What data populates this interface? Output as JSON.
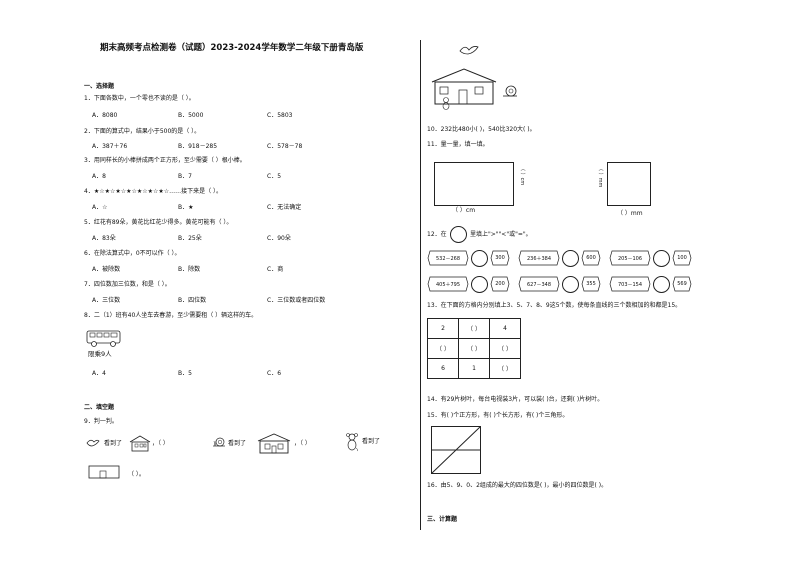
{
  "title": "期末高频考点检测卷（试题）2023-2024学年数学二年级下册青岛版",
  "sections": {
    "s1": "一、选择题",
    "s2": "二、填空题",
    "s3": "三、计算题"
  },
  "q1": {
    "stem": "1．下面各数中，一个零也不读的是（    ）。",
    "a": "A．8080",
    "b": "B．5000",
    "c": "C．5803"
  },
  "q2": {
    "stem": "2．下面的算式中，结果小于500的是（    ）。",
    "a": "A．387＋76",
    "b": "B．918－285",
    "c": "C．578－78"
  },
  "q3": {
    "stem": "3．用同样长的小棒拼成两个正方形，至少需要（    ）根小棒。",
    "a": "A．8",
    "b": "B．7",
    "c": "C．5"
  },
  "q4": {
    "stem": "4．★☆★☆★☆★☆★☆★☆★☆……接下来是（    ）。",
    "a": "A．☆",
    "b": "B．★",
    "c": "C．无法确定"
  },
  "q5": {
    "stem": "5．红花有89朵，黄花比红花少得多。黄花可能有（    ）。",
    "a": "A．83朵",
    "b": "B．25朵",
    "c": "C．90朵"
  },
  "q6": {
    "stem": "6．在除法算式中，0不可以作（    ）。",
    "a": "A．被除数",
    "b": "B．除数",
    "c": "C．商"
  },
  "q7": {
    "stem": "7．四位数加三位数，和是（    ）。",
    "a": "A．三位数",
    "b": "B．四位数",
    "c": "C．三位数或者四位数"
  },
  "q8": {
    "stem": "8．二（1）班有40人坐车去春游，至少需要租（    ）辆这样的车。",
    "bus_label": "限乘9人",
    "a": "A．4",
    "b": "B．5",
    "c": "C．6"
  },
  "q9": {
    "stem": "9．判一判。",
    "p1": "看到了",
    "p2": "，（          ）",
    "p3": "看到了",
    "p4": "，（          ）",
    "p5": "看到了",
    "p6": "（          ）。"
  },
  "q10": "10．232比480小(          )，540比320大(          )。",
  "q11": {
    "stem": "11．量一量，填一填。",
    "cm_side": "（    ）cm",
    "cm_bottom": "（    ）cm",
    "mm_side": "（    ）mm",
    "mm_bottom": "（    ）mm"
  },
  "q12": {
    "stem_a": "12．在",
    "stem_b": "里填上\">\"\"<\"或\"=\"。",
    "items": [
      "532－268",
      "300",
      "236＋384",
      "600",
      "205－106",
      "100",
      "405＋795",
      "200",
      "627－348",
      "355",
      "703－154",
      "569"
    ]
  },
  "q13": {
    "stem": "13．在下面的方格内分别填上3、5、7、8、9这5个数，使每条直线的三个数相加的和都是15。",
    "cells": [
      "2",
      "（    ）",
      "4",
      "（    ）",
      "（    ）",
      "（    ）",
      "6",
      "1",
      "（    ）"
    ]
  },
  "q14": "14．有29片树叶，每台电视装3片，可以装(          )台，还剩(          )片树叶。",
  "q15": "15．有(          )个正方形，有(          )个长方形，有(          )个三角形。",
  "q16": "16．由5、9、0、2组成的最大的四位数是(          )，最小的四位数是(          )。"
}
